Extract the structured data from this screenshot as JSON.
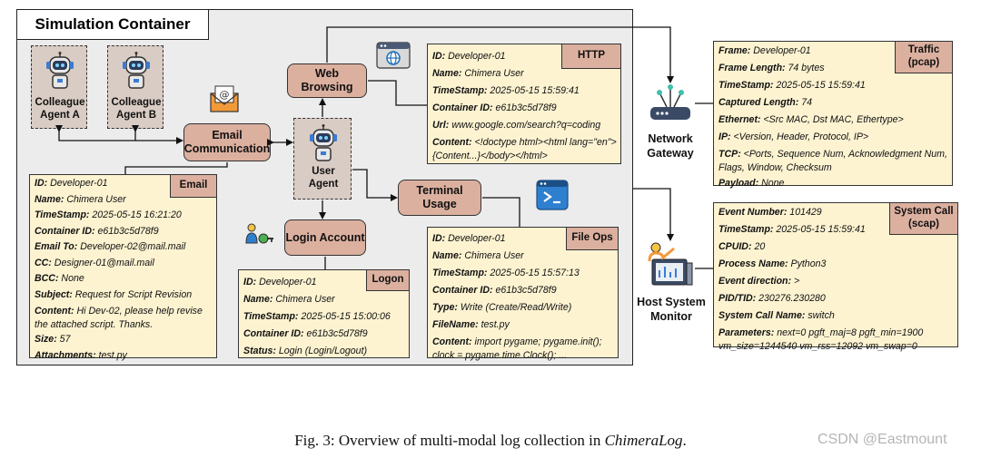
{
  "container_title": "Simulation Container",
  "agents": {
    "colleague_a": "Colleague\nAgent A",
    "colleague_b": "Colleague\nAgent B",
    "user": "User\nAgent"
  },
  "nodes": {
    "web_browsing": "Web Browsing",
    "email_communication": "Email\nCommunication",
    "terminal_usage": "Terminal Usage",
    "login_account": "Login Account"
  },
  "side": {
    "network_gateway": "Network\nGateway",
    "host_monitor": "Host System\nMonitor"
  },
  "logs": {
    "http": {
      "tag": "HTTP",
      "rows": [
        {
          "k": "ID:",
          "v": " Developer-01"
        },
        {
          "k": "Name:",
          "v": " Chimera User"
        },
        {
          "k": "TimeStamp:",
          "v": " 2025-05-15 15:59:41"
        },
        {
          "k": "Container ID:",
          "v": " e61b3c5d78f9"
        },
        {
          "k": "Url:",
          "v": " www.google.com/search?q=coding"
        },
        {
          "k": "Content:",
          "v": " <!doctype html><html lang=\"en\">{Content...}</body></html>"
        }
      ]
    },
    "email": {
      "tag": "Email",
      "rows": [
        {
          "k": "ID:",
          "v": " Developer-01"
        },
        {
          "k": "Name:",
          "v": " Chimera User"
        },
        {
          "k": "TimeStamp:",
          "v": " 2025-05-15 16:21:20"
        },
        {
          "k": "Container ID:",
          "v": " e61b3c5d78f9"
        },
        {
          "k": "Email To:",
          "v": " Developer-02@mail.mail"
        },
        {
          "k": "CC:",
          "v": " Designer-01@mail.mail"
        },
        {
          "k": "BCC:",
          "v": " None"
        },
        {
          "k": "Subject:",
          "v": " Request for Script Revision"
        },
        {
          "k": "Content:",
          "v": " Hi Dev-02, please help revise the attached script. Thanks."
        },
        {
          "k": "Size:",
          "v": " 57"
        },
        {
          "k": "Attachments:",
          "v": " test.py"
        }
      ]
    },
    "logon": {
      "tag": "Logon",
      "rows": [
        {
          "k": "ID:",
          "v": " Developer-01"
        },
        {
          "k": "Name:",
          "v": " Chimera User"
        },
        {
          "k": "TimeStamp:",
          "v": " 2025-05-15 15:00:06"
        },
        {
          "k": "Container ID:",
          "v": " e61b3c5d78f9"
        },
        {
          "k": "Status:",
          "v": " Login (Login/Logout)"
        }
      ]
    },
    "fileops": {
      "tag": "File Ops",
      "rows": [
        {
          "k": "ID:",
          "v": " Developer-01"
        },
        {
          "k": "Name:",
          "v": " Chimera User"
        },
        {
          "k": "TimeStamp:",
          "v": " 2025-05-15 15:57:13"
        },
        {
          "k": "Container ID:",
          "v": " e61b3c5d78f9"
        },
        {
          "k": "Type:",
          "v": " Write (Create/Read/Write)"
        },
        {
          "k": "FileName:",
          "v": " test.py"
        },
        {
          "k": "Content:",
          "v": " import pygame; pygame.init(); clock = pygame.time.Clock(); ..."
        }
      ]
    },
    "traffic": {
      "tag": "Traffic\n(pcap)",
      "rows": [
        {
          "k": "Frame:",
          "v": " Developer-01"
        },
        {
          "k": "Frame Length:",
          "v": " 74 bytes"
        },
        {
          "k": "TimeStamp:",
          "v": " 2025-05-15 15:59:41"
        },
        {
          "k": "Captured Length:",
          "v": " 74"
        },
        {
          "k": "Ethernet:",
          "v": " <Src MAC, Dst MAC, Ethertype>"
        },
        {
          "k": "IP:",
          "v": " <Version, Header, Protocol, IP>"
        },
        {
          "k": "TCP:",
          "v": " <Ports, Sequence Num, Acknowledgment Num, Flags, Window, Checksum"
        },
        {
          "k": "Payload:",
          "v": " None"
        }
      ]
    },
    "syscall": {
      "tag": "System Call\n(scap)",
      "rows": [
        {
          "k": "Event Number:",
          "v": " 101429"
        },
        {
          "k": "TimeStamp:",
          "v": " 2025-05-15 15:59:41"
        },
        {
          "k": "CPUID:",
          "v": " 20"
        },
        {
          "k": "Process Name:",
          "v": " Python3"
        },
        {
          "k": "Event direction:",
          "v": " >"
        },
        {
          "k": "PID/TID:",
          "v": " 230276.230280"
        },
        {
          "k": "System Call Name:",
          "v": " switch"
        },
        {
          "k": "Parameters:",
          "v": " next=0 pgft_maj=8 pgft_min=1900 vm_size=1244540 vm_rss=12092 vm_swap=0"
        }
      ]
    }
  },
  "caption": {
    "prefix": "Fig. 3: Overview of multi-modal log collection in ",
    "emph": "ChimeraLog",
    "suffix": "."
  },
  "watermark": "CSDN @Eastmount",
  "colors": {
    "node_fill": "#dcb09f",
    "log_fill": "#fdf3d1",
    "container_fill": "#ececec",
    "agent_fill": "#d9ccc4"
  }
}
